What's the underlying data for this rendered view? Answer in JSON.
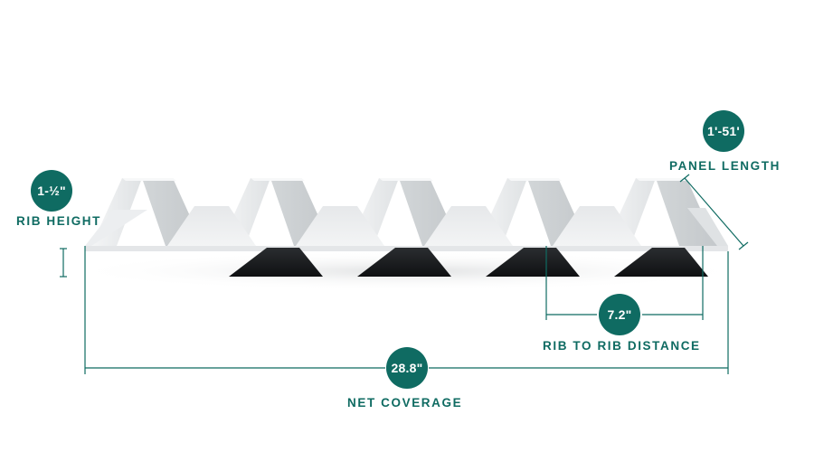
{
  "colors": {
    "accent": "#0f6b62",
    "dimension_line": "#0f6b62",
    "panel_light": "#eef0f1",
    "panel_mid": "#d9dcde",
    "panel_shadow": "#1b1d1f"
  },
  "rib_height": {
    "value": "1-½\"",
    "label": "RIB HEIGHT"
  },
  "panel_length": {
    "value": "1'-51'",
    "label": "PANEL LENGTH"
  },
  "rib_to_rib": {
    "value": "7.2\"",
    "label": "RIB TO RIB DISTANCE"
  },
  "net_coverage": {
    "value": "28.8\"",
    "label": "NET COVERAGE"
  }
}
